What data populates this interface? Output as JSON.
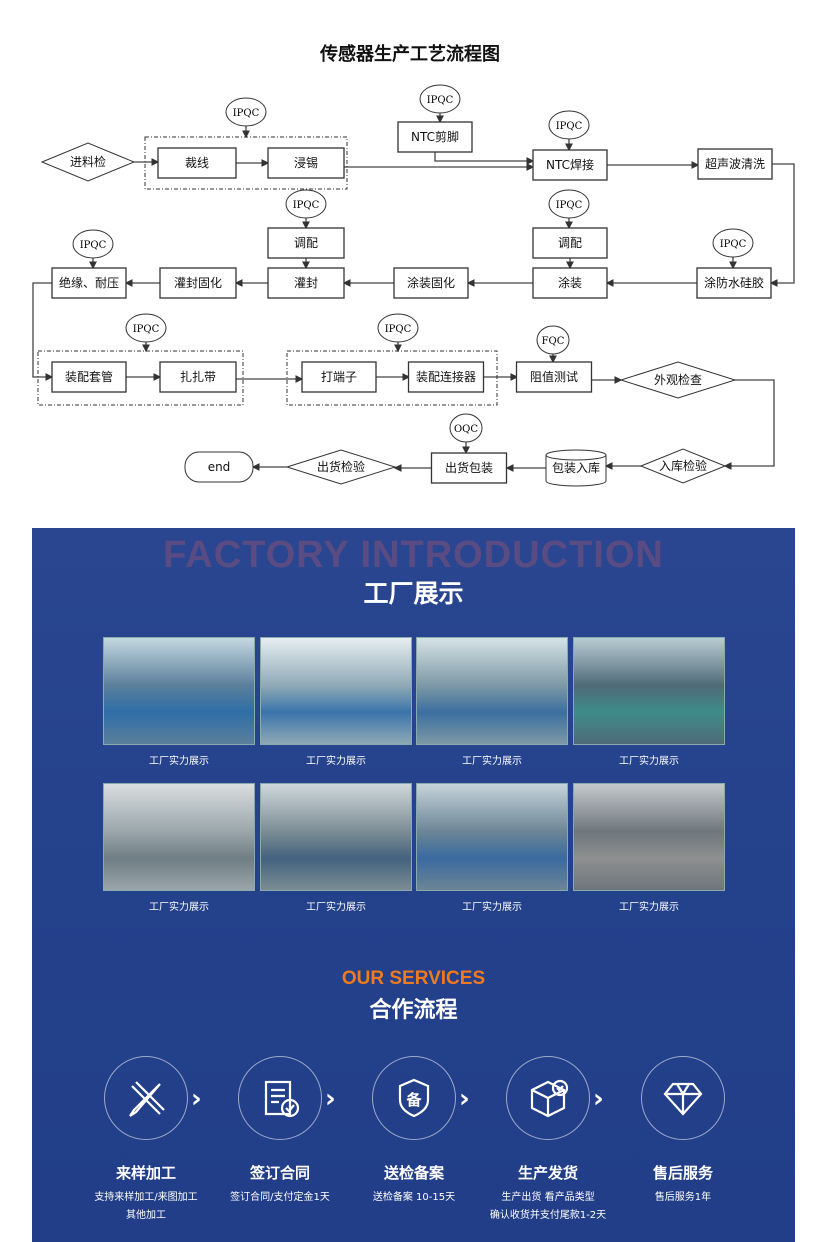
{
  "flowchart": {
    "title": "传感器生产工艺流程图",
    "nodes": {
      "incoming": "进料检",
      "cut": "裁线",
      "tin": "浸锡",
      "ntc_trim": "NTC剪脚",
      "ntc_weld": "NTC焊接",
      "ultra": "超声波清洗",
      "silicone": "涂防水硅胶",
      "coat": "涂装",
      "mix2": "调配",
      "coat_cure": "涂装固化",
      "pot": "灌封",
      "mix1": "调配",
      "pot_cure": "灌封固化",
      "insul": "绝缘、耐压",
      "sleeve": "装配套管",
      "tie": "扎扎带",
      "terminal": "打端子",
      "connector": "装配连接器",
      "resist": "阻值测试",
      "appear": "外观检查",
      "stock_check": "入库检验",
      "pack_store": "包装入库",
      "ship_pack": "出货包装",
      "ship_check": "出货检验",
      "end": "end"
    },
    "qc": {
      "ipqc": "IPQC",
      "fqc": "FQC",
      "oqc": "OQC"
    }
  },
  "factory": {
    "bg_title": "FACTORY INTRODUCTION",
    "title": "工厂展示",
    "captions": [
      "工厂实力展示",
      "工厂实力展示",
      "工厂实力展示",
      "工厂实力展示",
      "工厂实力展示",
      "工厂实力展示",
      "工厂实力展示",
      "工厂实力展示"
    ]
  },
  "services": {
    "en_title": "OUR SERVICES",
    "title": "合作流程",
    "steps": [
      {
        "title": "来样加工",
        "lines": [
          "支持来样加工/来图加工",
          "其他加工"
        ],
        "icon": "pencil-ruler-icon"
      },
      {
        "title": "签订合同",
        "lines": [
          "签订合同/支付定金1天"
        ],
        "icon": "contract-check-icon"
      },
      {
        "title": "送检备案",
        "lines": [
          "送检备案 10-15天"
        ],
        "icon": "shield-record-icon",
        "glyph": "备"
      },
      {
        "title": "生产发货",
        "lines": [
          "生产出货 看产品类型",
          "确认收货并支付尾款1-2天"
        ],
        "icon": "box-check-icon"
      },
      {
        "title": "售后服务",
        "lines": [
          "售后服务1年"
        ],
        "icon": "diamond-icon"
      }
    ],
    "chevron": "›"
  }
}
